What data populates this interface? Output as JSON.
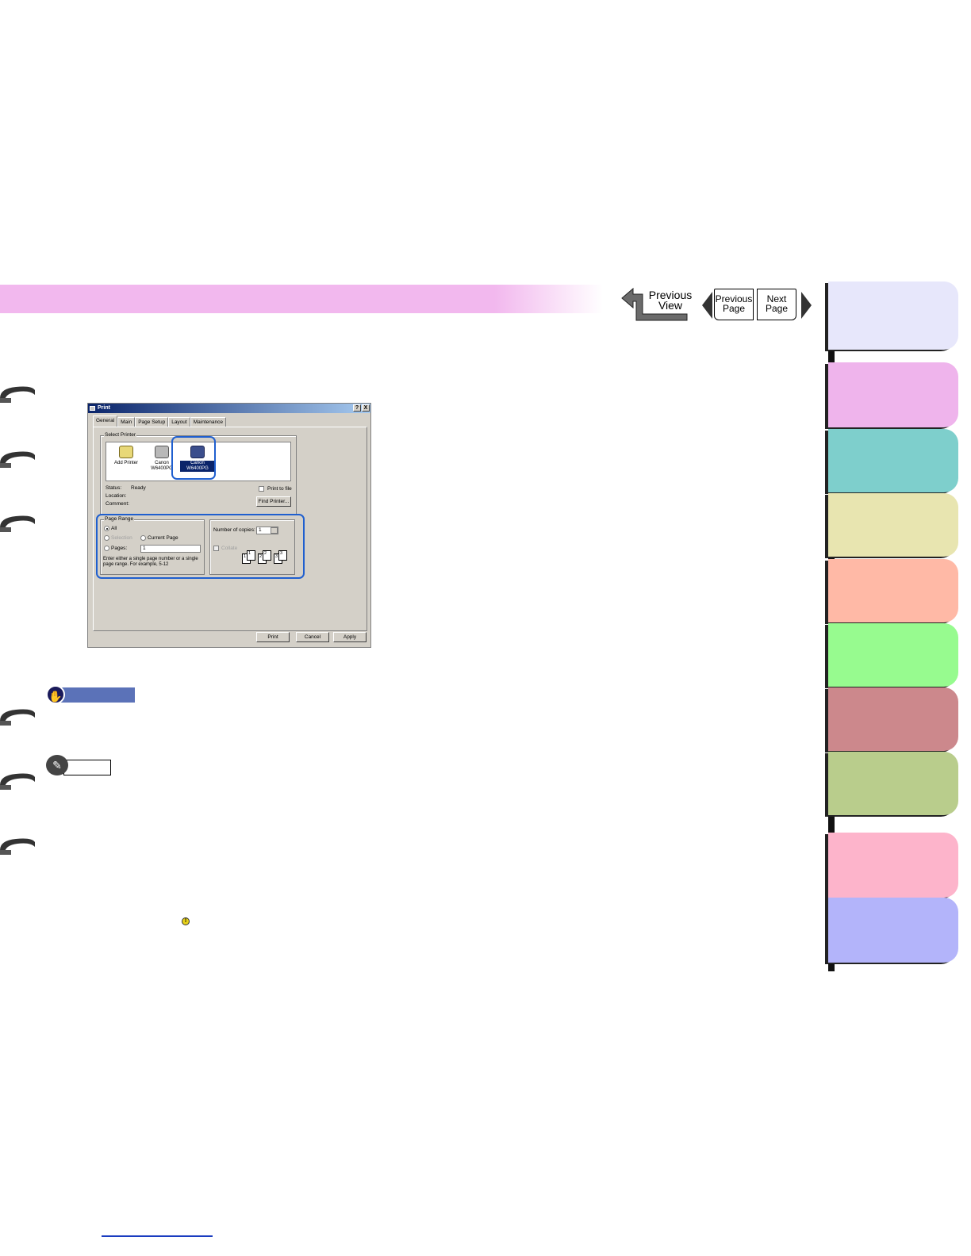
{
  "navigation": {
    "previous_view_line1": "Previous",
    "previous_view_line2": "View",
    "previous_page_line1": "Previous",
    "previous_page_line2": "Page",
    "next_page_line1": "Next",
    "next_page_line2": "Page"
  },
  "chapter_tabs": [
    {
      "color": "#e7e7fb"
    },
    {
      "color": "#efb4ec"
    },
    {
      "color": "#7ecfcc"
    },
    {
      "color": "#e8e5b0"
    },
    {
      "color": "#ffb9a6"
    },
    {
      "color": "#97fb8f"
    },
    {
      "color": "#cc888c"
    },
    {
      "color": "#b9cd8c"
    },
    {
      "color": "#fdb4cb"
    },
    {
      "color": "#b3b4fa"
    }
  ],
  "dialog": {
    "title": "Print",
    "help_button": "?",
    "close_button": "X",
    "tabs": [
      "General",
      "Main",
      "Page Setup",
      "Layout",
      "Maintenance"
    ],
    "select_printer_label": "Select Printer",
    "printers": [
      {
        "line1": "Add Printer",
        "line2": ""
      },
      {
        "line1": "Canon",
        "line2": "W6400PG"
      },
      {
        "line1": "Canon",
        "line2": "W6400PG"
      }
    ],
    "status_label": "Status:",
    "status_value": "Ready",
    "location_label": "Location:",
    "comment_label": "Comment:",
    "print_to_file": "Print to file",
    "find_printer_button": "Find Printer...",
    "page_range_label": "Page Range",
    "range_all": "All",
    "range_selection": "Selection",
    "range_current_page": "Current Page",
    "range_pages": "Pages:",
    "pages_value": "1",
    "hint_line1": "Enter either a single page number or a single",
    "hint_line2": "page range.  For example, 5-12",
    "copies_label": "Number of copies:",
    "copies_value": "1",
    "collate_label": "Collate",
    "collate_sheets": [
      "1",
      "1",
      "2",
      "2",
      "3",
      "3"
    ],
    "print_button": "Print",
    "cancel_button": "Cancel",
    "apply_button": "Apply"
  },
  "icons": {
    "important": "hand-stop-icon",
    "note": "pencil-icon",
    "warning": "exclamation-icon"
  }
}
